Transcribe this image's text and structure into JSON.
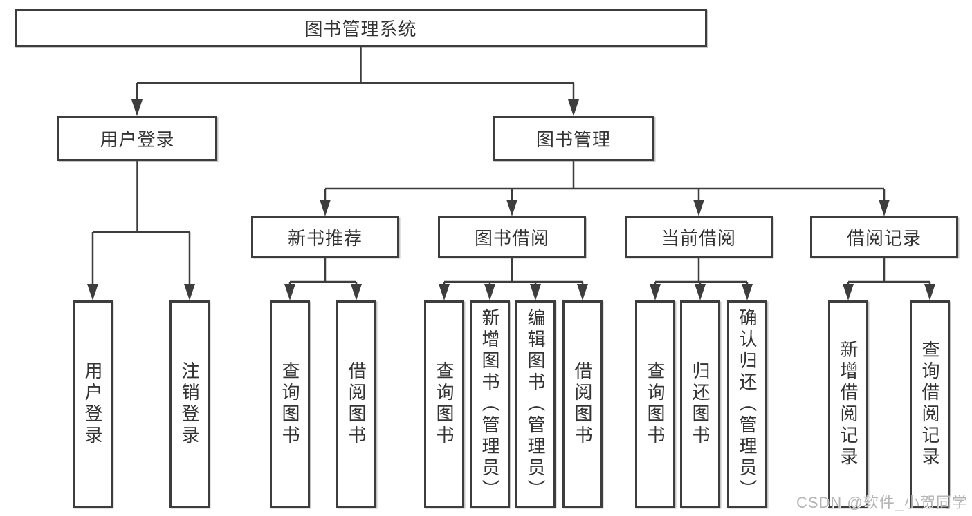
{
  "diagram": {
    "type": "hierarchy-tree",
    "root": {
      "label": "图书管理系统"
    },
    "level2": {
      "user_login": {
        "label": "用户登录"
      },
      "book_management": {
        "label": "图书管理"
      }
    },
    "level3": {
      "new_book_recommend": {
        "label": "新书推荐"
      },
      "book_borrowing": {
        "label": "图书借阅"
      },
      "current_borrowing": {
        "label": "当前借阅"
      },
      "borrowing_records": {
        "label": "借阅记录"
      }
    },
    "leaves": {
      "user_login": {
        "label": "用户登录",
        "parent": "用户登录"
      },
      "logout": {
        "label": "注销登录",
        "parent": "用户登录"
      },
      "recommend_query_books": {
        "label": "查询图书",
        "parent": "新书推荐"
      },
      "recommend_borrow_books": {
        "label": "借阅图书",
        "parent": "新书推荐"
      },
      "borrow_query_books": {
        "label": "查询图书",
        "parent": "图书借阅"
      },
      "borrow_add_books": {
        "label": "新增图书（管理员）",
        "parent": "图书借阅"
      },
      "borrow_edit_books": {
        "label": "编辑图书（管理员）",
        "parent": "图书借阅"
      },
      "borrow_borrow_books": {
        "label": "借阅图书",
        "parent": "图书借阅"
      },
      "current_query_books": {
        "label": "查询图书",
        "parent": "当前借阅"
      },
      "current_return_books": {
        "label": "归还图书",
        "parent": "当前借阅"
      },
      "current_confirm_return": {
        "label": "确认归还（管理员）",
        "parent": "当前借阅"
      },
      "records_add_record": {
        "label": "新增借阅记录",
        "parent": "借阅记录"
      },
      "records_query_record": {
        "label": "查询借阅记录",
        "parent": "借阅记录"
      }
    }
  },
  "watermark": {
    "text": "CSDN @软件_小贺同学"
  },
  "colors": {
    "line": "#3d3d3d",
    "border": "#3d3d3d",
    "text": "#333333",
    "background": "#ffffff",
    "watermark": "#b5b5b5"
  }
}
